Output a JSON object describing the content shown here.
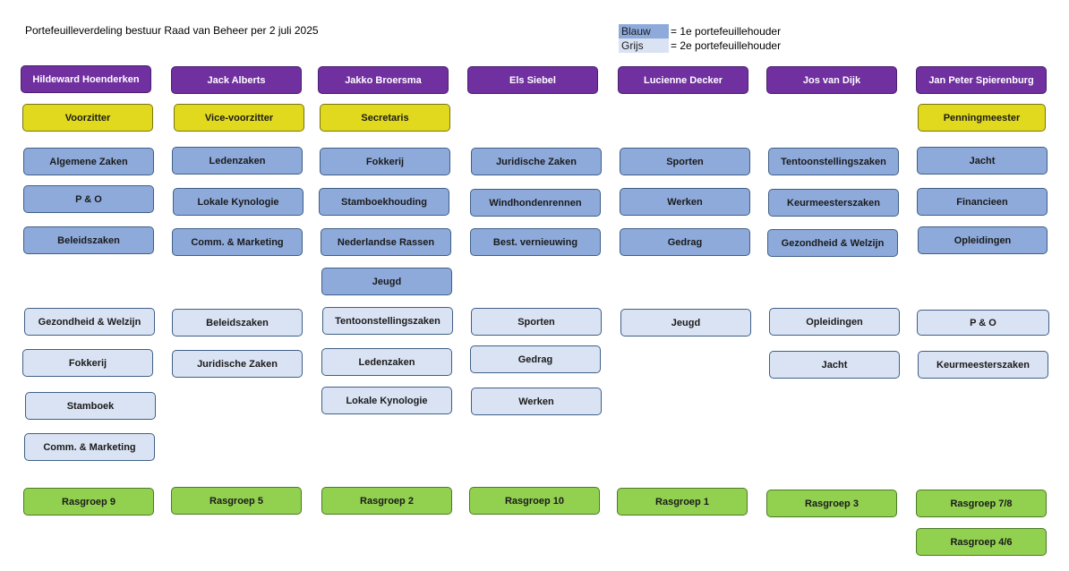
{
  "title": "Portefeuilleverdeling bestuur Raad van Beheer per 2 juli 2025",
  "legend": [
    {
      "key": "Blauw",
      "text": "= 1e portefeuillehouder",
      "color": "#8eaadb"
    },
    {
      "key": "Grijs",
      "text": "= 2e portefeuillehouder",
      "color": "#dae3f3"
    }
  ],
  "colors": {
    "name": "#7030a0",
    "role": "#e0d91e",
    "first": "#8eaadb",
    "second": "#dae3f3",
    "group": "#92d050"
  },
  "columns": [
    {
      "name": "Hildeward Hoenderken",
      "role": "Voorzitter",
      "first": [
        "Algemene Zaken",
        "P & O",
        "Beleidszaken"
      ],
      "second": [
        "Gezondheid & Welzijn",
        "Fokkerij",
        "Stamboek",
        "Comm. & Marketing"
      ],
      "groups": [
        "Rasgroep 9"
      ]
    },
    {
      "name": "Jack Alberts",
      "role": "Vice-voorzitter",
      "first": [
        "Ledenzaken",
        "Lokale Kynologie",
        "Comm. & Marketing"
      ],
      "second": [
        "Beleidszaken",
        "Juridische Zaken"
      ],
      "groups": [
        "Rasgroep 5"
      ]
    },
    {
      "name": "Jakko Broersma",
      "role": "Secretaris",
      "first": [
        "Fokkerij",
        "Stamboekhouding",
        "Nederlandse Rassen",
        "Jeugd"
      ],
      "second": [
        "Tentoonstellingszaken",
        "Ledenzaken",
        "Lokale Kynologie"
      ],
      "groups": [
        "Rasgroep 2"
      ]
    },
    {
      "name": "Els Siebel",
      "role": "",
      "first": [
        "Juridische Zaken",
        "Windhondenrennen",
        "Best. vernieuwing"
      ],
      "second": [
        "Sporten",
        "Gedrag",
        "Werken"
      ],
      "groups": [
        "Rasgroep 10"
      ]
    },
    {
      "name": "Lucienne Decker",
      "role": "",
      "first": [
        "Sporten",
        "Werken",
        "Gedrag"
      ],
      "second": [
        "Jeugd"
      ],
      "groups": [
        "Rasgroep 1"
      ]
    },
    {
      "name": "Jos van Dijk",
      "role": "",
      "first": [
        "Tentoonstellingszaken",
        "Keurmeesterszaken",
        "Gezondheid & Welzijn"
      ],
      "second": [
        "Opleidingen",
        "Jacht"
      ],
      "groups": [
        "Rasgroep 3"
      ]
    },
    {
      "name": "Jan Peter Spierenburg",
      "role": "Penningmeester",
      "first": [
        "Jacht",
        "Financieen",
        "Opleidingen"
      ],
      "second": [
        "P & O",
        "Keurmeesterszaken"
      ],
      "groups": [
        "Rasgroep 7/8",
        "Rasgroep 4/6"
      ]
    }
  ]
}
